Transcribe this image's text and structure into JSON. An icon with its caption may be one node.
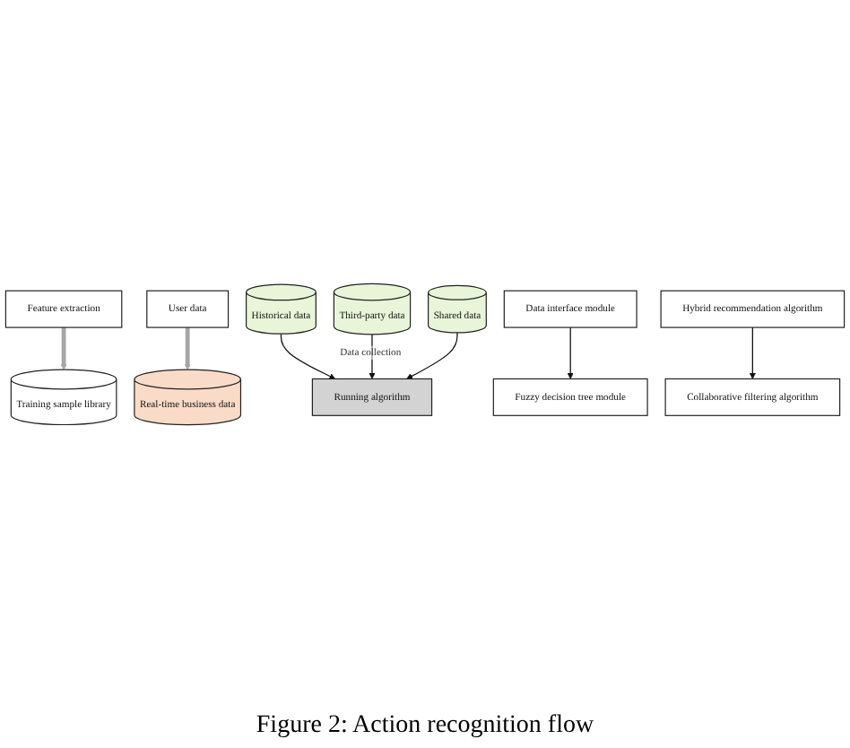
{
  "diagram": {
    "caption": "Figure 2: Action recognition flow",
    "nodes": [
      {
        "text": [
          "Feature extraction"
        ]
      },
      {
        "text": [
          "User data"
        ]
      },
      {
        "text": [
          "Training sample library"
        ]
      },
      {
        "text": [
          "Real-time business data"
        ]
      },
      {
        "text": [
          "Running algorithm"
        ]
      },
      {
        "text": [
          "Historical data"
        ]
      },
      {
        "text": [
          "Third-party data"
        ]
      },
      {
        "text": [
          "Shared data"
        ]
      },
      {
        "text": [
          "Collaborative filtering algorithm"
        ]
      },
      {
        "text": [
          "Data interface module"
        ]
      },
      {
        "text": [
          "Hybrid recommendation algorithm"
        ]
      },
      {
        "text": [
          "Fuzzy decision tree module"
        ]
      }
    ],
    "edges": [
      {
        "from": 0,
        "to": 2,
        "arrow": "to",
        "style": "thick",
        "color": "#a6a6a6"
      },
      {
        "from": 1,
        "to": 3,
        "arrow": "to",
        "style": "thick",
        "color": "#a6a6a6"
      },
      {
        "from": 5,
        "to": 4,
        "arrow": "to"
      },
      {
        "from": 6,
        "to": 4,
        "arrow": "to",
        "label": "Data collection"
      },
      {
        "from": 7,
        "to": 4,
        "arrow": "to"
      },
      {
        "from": 10,
        "to": 8,
        "arrow": "to"
      },
      {
        "from": 9,
        "to": 11,
        "arrow": "to"
      }
    ]
  }
}
